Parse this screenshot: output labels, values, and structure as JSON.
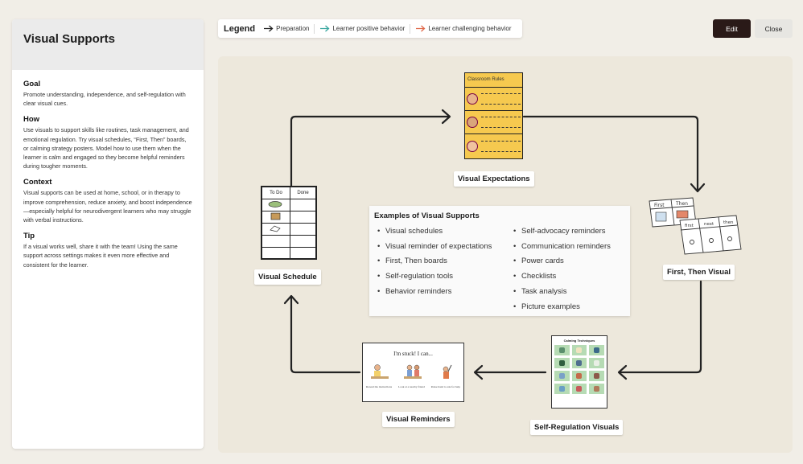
{
  "sidebar": {
    "title": "Visual Supports",
    "sections": [
      {
        "heading": "Goal",
        "body": "Promote understanding, independence, and self-regulation with clear visual cues."
      },
      {
        "heading": "How",
        "body": "Use visuals to support skills like routines, task management, and emotional regulation. Try visual schedules, “First, Then” boards, or calming strategy posters. Model how to use them when the learner is calm and engaged so they become helpful reminders during tougher moments."
      },
      {
        "heading": "Context",
        "body": "Visual supports can be used at home, school, or in therapy to improve comprehension, reduce anxiety, and boost independence—especially helpful for neurodivergent learners who may struggle with verbal instructions."
      },
      {
        "heading": "Tip",
        "body": "If a visual works well, share it with the team! Using the same support across settings makes it even more effective and consistent for the learner."
      }
    ]
  },
  "legend": {
    "title": "Legend",
    "items": [
      {
        "label": "Preparation",
        "color": "#222222"
      },
      {
        "label": "Learner positive behavior",
        "color": "#3aa7a0"
      },
      {
        "label": "Learner challenging behavior",
        "color": "#e0694a"
      }
    ]
  },
  "buttons": {
    "edit": "Edit",
    "close": "Close"
  },
  "nodes": {
    "schedule": "Visual Schedule",
    "expectations": "Visual Expectations",
    "first_then": "First, Then Visual",
    "self_regulation": "Self-Regulation Visuals",
    "reminders": "Visual Reminders"
  },
  "images": {
    "schedule_headers": [
      "To Do",
      "Done"
    ],
    "rules_title": "Classroom Rules",
    "first_then_top": [
      "First",
      "Then"
    ],
    "first_then_bottom": [
      "first",
      "next",
      "then"
    ],
    "calm_title": "Calming Techniques",
    "reminder_title": "I'm stuck! I can...",
    "reminder_captions": [
      "Reread the instructions",
      "Look at a nearby friend",
      "Raise hand to ask for help"
    ]
  },
  "examples": {
    "title": "Examples of Visual Supports",
    "col1": [
      "Visual schedules",
      "Visual reminder of expectations",
      "First, Then boards",
      "Self-regulation tools",
      "Behavior reminders"
    ],
    "col2": [
      "Self-advocacy reminders",
      "Communication reminders",
      "Power cards",
      "Checklists",
      "Task analysis",
      "Picture examples"
    ]
  }
}
